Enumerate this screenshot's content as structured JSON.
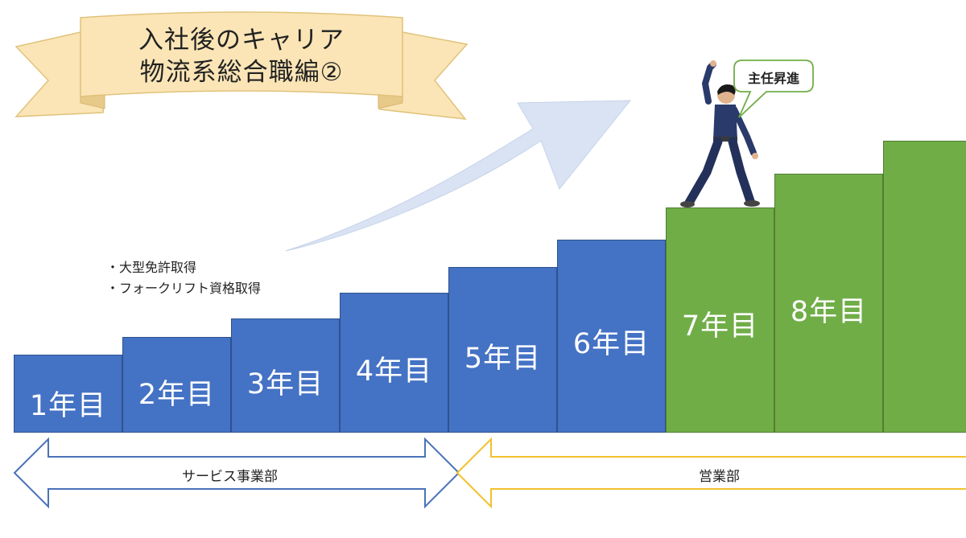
{
  "banner": {
    "line1": "入社後のキャリア",
    "line2": "物流系総合職編②"
  },
  "notes": [
    "・大型免許取得",
    "・フォークリフト資格取得"
  ],
  "steps": [
    {
      "label": "1年目"
    },
    {
      "label": "2年目"
    },
    {
      "label": "3年目"
    },
    {
      "label": "4年目"
    },
    {
      "label": "5年目"
    },
    {
      "label": "6年目"
    },
    {
      "label": "7年目"
    },
    {
      "label": "8年目"
    },
    {
      "label": ""
    }
  ],
  "bubble": {
    "text": "主任昇進"
  },
  "departments": {
    "service": "サービス事業部",
    "sales": "営業部"
  },
  "colors": {
    "blue_step": "#4472c4",
    "green_step": "#70ad47",
    "service_arrow": "#4a72b8",
    "sales_arrow": "#f2c12e",
    "growth_arrow": "#dae3f3",
    "banner_fill": "#fbe5b6"
  }
}
